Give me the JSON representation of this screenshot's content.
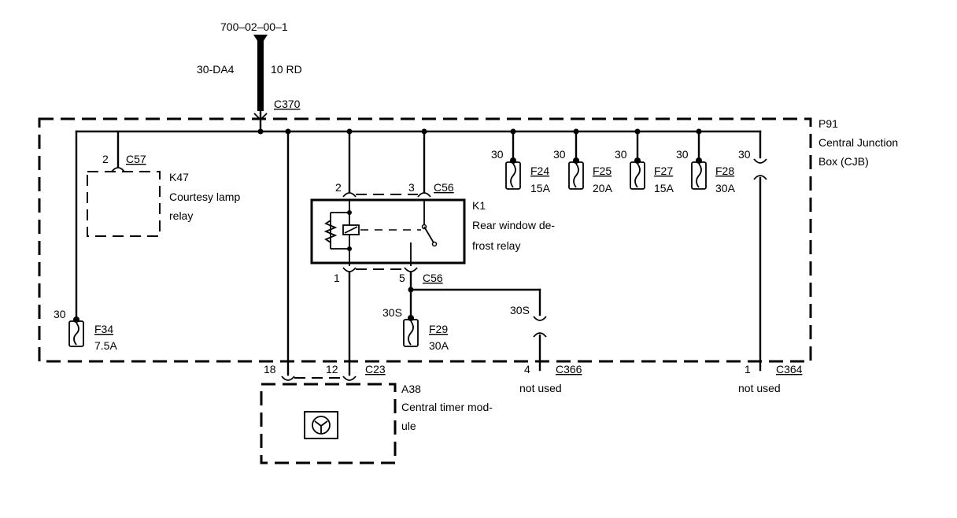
{
  "diagram": {
    "top_ref": "700–02–00–1",
    "feed": {
      "circuit": "30-DA4",
      "wire": "10 RD",
      "connector": "C370"
    },
    "cjb": {
      "id": "P91",
      "name_line1": "Central Junction",
      "name_line2": "Box (CJB)"
    },
    "k47": {
      "id": "K47",
      "name_line1": "Courtesy lamp",
      "name_line2": "relay",
      "pin": "2",
      "connector": "C57"
    },
    "k1": {
      "id": "K1",
      "name_line1": "Rear window de-",
      "name_line2": "frost relay",
      "pin_top_left": "2",
      "pin_top_right": "3",
      "connector_top": "C56",
      "pin_bottom_left": "1",
      "pin_bottom_right": "5",
      "connector_bottom": "C56"
    },
    "fuses": [
      {
        "id": "F24",
        "rating": "15A",
        "terminal": "30"
      },
      {
        "id": "F25",
        "rating": "20A",
        "terminal": "30"
      },
      {
        "id": "F27",
        "rating": "15A",
        "terminal": "30"
      },
      {
        "id": "F28",
        "rating": "30A",
        "terminal": "30"
      }
    ],
    "f34": {
      "id": "F34",
      "rating": "7.5A",
      "terminal": "30"
    },
    "f29": {
      "id": "F29",
      "rating": "30A",
      "terminal": "30S"
    },
    "right_terminal": "30",
    "mid_terminal": "30S",
    "c366": {
      "pin": "4",
      "connector": "C366",
      "note": "not used"
    },
    "c364": {
      "pin": "1",
      "connector": "C364",
      "note": "not used"
    },
    "a38": {
      "id": "A38",
      "name_line1": "Central timer mod-",
      "name_line2": "ule",
      "pin_left": "18",
      "pin_right": "12",
      "connector": "C23"
    }
  }
}
